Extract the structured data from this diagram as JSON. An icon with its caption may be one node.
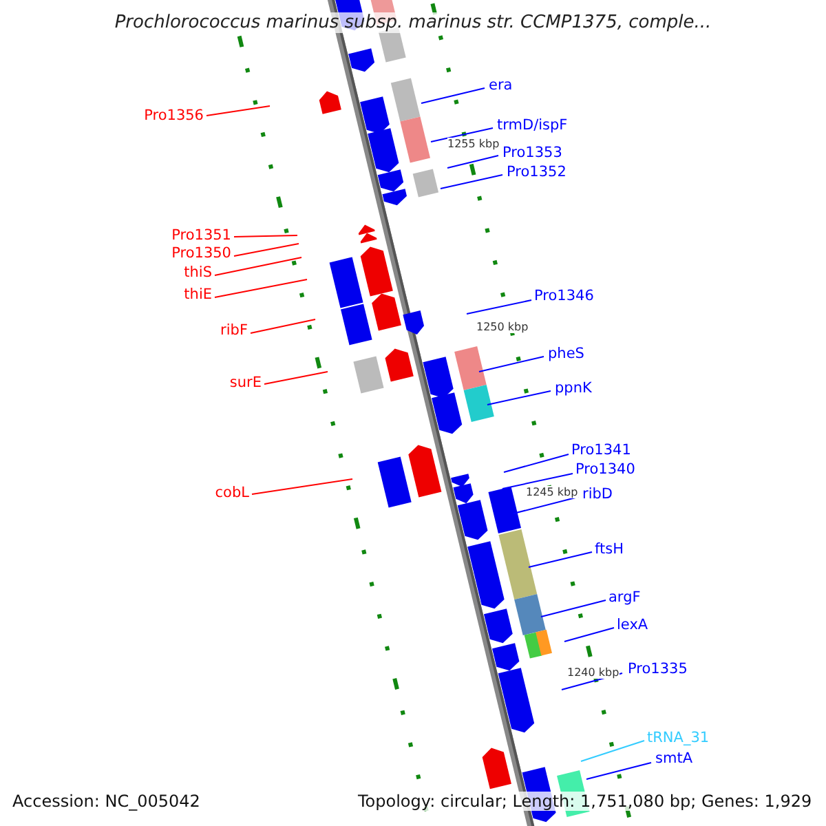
{
  "diagram": {
    "title": "Prochlorococcus marinus subsp. marinus str. CCMP1375, comple...",
    "nodes": [
      {
        "text": [
          "era"
        ]
      },
      {
        "text": [
          "Pro1356"
        ]
      },
      {
        "text": [
          "trmD/ispF"
        ]
      },
      {
        "text": [
          "Pro1353"
        ]
      },
      {
        "text": [
          "Pro1352"
        ]
      },
      {
        "text": [
          "Pro1351"
        ]
      },
      {
        "text": [
          "Pro1350"
        ]
      },
      {
        "text": [
          "thiS"
        ]
      },
      {
        "text": [
          "thiE"
        ]
      },
      {
        "text": [
          "Pro1346"
        ]
      },
      {
        "text": [
          "ribF"
        ]
      },
      {
        "text": [
          "pheS"
        ]
      },
      {
        "text": [
          "surE"
        ]
      },
      {
        "text": [
          "ppnK"
        ]
      },
      {
        "text": [
          "Pro1341"
        ]
      },
      {
        "text": [
          "Pro1340"
        ]
      },
      {
        "text": [
          "cobL"
        ]
      },
      {
        "text": [
          "ribD"
        ]
      },
      {
        "text": [
          "ftsH"
        ]
      },
      {
        "text": [
          "argF"
        ]
      },
      {
        "text": [
          "lexA"
        ]
      },
      {
        "text": [
          "Pro1335"
        ]
      },
      {
        "text": [
          "tRNA_31"
        ]
      },
      {
        "text": [
          "smtA"
        ]
      }
    ],
    "edges": [
      {
        "from": 0,
        "to": null,
        "arrow": "none"
      },
      {
        "from": 1,
        "to": null,
        "arrow": "none",
        "color": "#ff0000"
      },
      {
        "from": 2,
        "to": null,
        "arrow": "none"
      },
      {
        "from": 3,
        "to": null,
        "arrow": "none"
      },
      {
        "from": 4,
        "to": null,
        "arrow": "none"
      },
      {
        "from": 5,
        "to": null,
        "arrow": "none",
        "color": "#ff0000"
      },
      {
        "from": 6,
        "to": null,
        "arrow": "none",
        "color": "#ff0000"
      },
      {
        "from": 7,
        "to": null,
        "arrow": "none",
        "color": "#ff0000"
      },
      {
        "from": 8,
        "to": null,
        "arrow": "none",
        "color": "#ff0000"
      },
      {
        "from": 9,
        "to": null,
        "arrow": "none"
      },
      {
        "from": 10,
        "to": null,
        "arrow": "none",
        "color": "#ff0000"
      },
      {
        "from": 11,
        "to": null,
        "arrow": "none"
      },
      {
        "from": 12,
        "to": null,
        "arrow": "none",
        "color": "#ff0000"
      },
      {
        "from": 13,
        "to": null,
        "arrow": "none"
      },
      {
        "from": 14,
        "to": null,
        "arrow": "none"
      },
      {
        "from": 15,
        "to": null,
        "arrow": "none"
      },
      {
        "from": 16,
        "to": null,
        "arrow": "none",
        "color": "#ff0000"
      },
      {
        "from": 17,
        "to": null,
        "arrow": "none"
      },
      {
        "from": 18,
        "to": null,
        "arrow": "none"
      },
      {
        "from": 19,
        "to": null,
        "arrow": "none"
      },
      {
        "from": 20,
        "to": null,
        "arrow": "none"
      },
      {
        "from": 21,
        "to": null,
        "arrow": "none"
      },
      {
        "from": 22,
        "to": null,
        "arrow": "none",
        "color": "#33ccff"
      },
      {
        "from": 23,
        "to": null,
        "arrow": "none"
      }
    ],
    "labels": [
      "1255 kbp",
      "1250 kbp",
      "1245 kbp",
      "1240 kbp",
      "Accession: NC_005042",
      "Topology: circular; Length: 1,751,080 bp; Genes: 1,929"
    ]
  }
}
